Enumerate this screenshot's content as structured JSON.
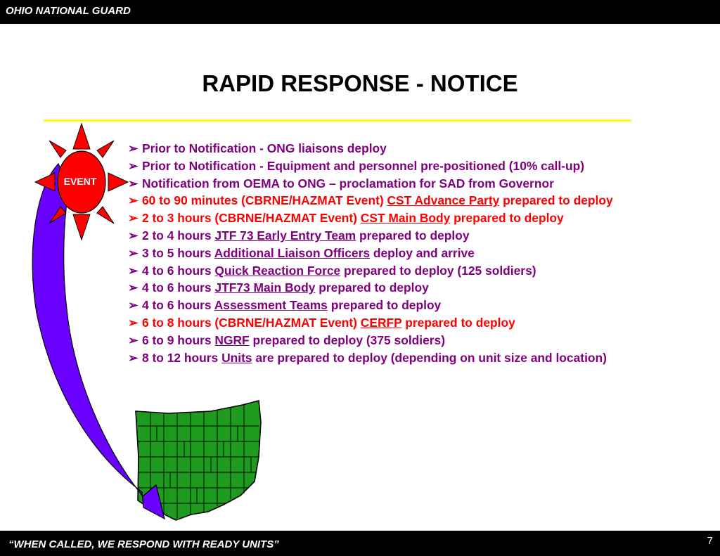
{
  "header": {
    "org": "OHIO NATIONAL GUARD"
  },
  "title": "RAPID RESPONSE - NOTICE",
  "event_label": "EVENT",
  "colors": {
    "purple_text": "#800080",
    "red_text": "#ff0000",
    "rule": "#ffff00",
    "arrow_fill": "#6a00ff",
    "map_fill": "#1e9b1e",
    "event_fill": "#ff0000"
  },
  "bullets": [
    {
      "color": "purple",
      "pre": "Prior to Notification - ONG liaisons deploy",
      "link": "",
      "post": ""
    },
    {
      "color": "purple",
      "pre": "Prior to Notification - Equipment and personnel pre-positioned (10% call-up)",
      "link": "",
      "post": ""
    },
    {
      "color": "purple",
      "pre": "Notification from OEMA to ONG – proclamation for SAD from Governor",
      "link": "",
      "post": ""
    },
    {
      "color": "red",
      "pre": "60 to 90 minutes (CBRNE/HAZMAT Event) ",
      "link": "CST Advance Party",
      "post": " prepared to deploy"
    },
    {
      "color": "red",
      "pre": "2 to 3 hours (CBRNE/HAZMAT Event) ",
      "link": "CST Main Body",
      "post": " prepared to deploy"
    },
    {
      "color": "purple",
      "pre": "2 to 4 hours ",
      "link": "JTF 73 Early Entry Team",
      "post": " prepared to deploy"
    },
    {
      "color": "purple",
      "pre": "3 to 5 hours ",
      "link": "Additional Liaison Officers",
      "post": " deploy and arrive"
    },
    {
      "color": "purple",
      "pre": "4 to 6 hours ",
      "link": "Quick Reaction Force",
      "post": " prepared to deploy (125 soldiers)"
    },
    {
      "color": "purple",
      "pre": "4 to 6 hours ",
      "link": "JTF73 Main Body",
      "post": " prepared to deploy"
    },
    {
      "color": "purple",
      "pre": "4 to 6 hours ",
      "link": "Assessment Teams",
      "post": " prepared to deploy"
    },
    {
      "color": "red",
      "pre": "6 to 8 hours (CBRNE/HAZMAT Event) ",
      "link": "CERFP",
      "post": " prepared to deploy"
    },
    {
      "color": "purple",
      "pre": "6 to 9 hours ",
      "link": "NGRF",
      "post": " prepared to deploy (375 soldiers)"
    },
    {
      "color": "purple",
      "pre": "8 to 12 hours ",
      "link": "Units",
      "post": " are prepared to deploy (depending on unit size and location)"
    }
  ],
  "footer": {
    "motto": "“WHEN CALLED, WE RESPOND WITH READY UNITS”",
    "page_number": "7"
  }
}
